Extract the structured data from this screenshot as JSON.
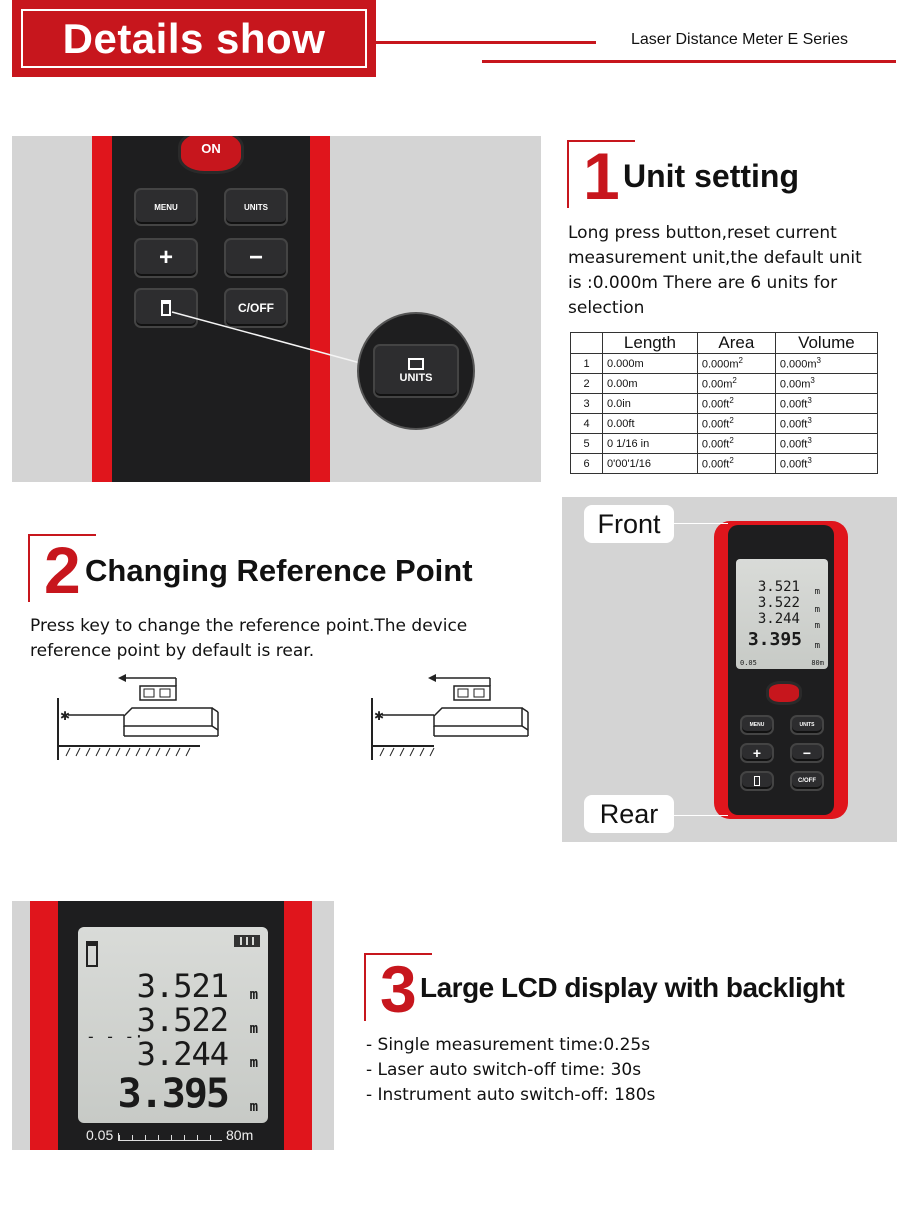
{
  "header": {
    "title": "Details show",
    "series": "Laser Distance Meter E Series"
  },
  "device": {
    "on_label": "ON",
    "keys": {
      "menu": "MENU",
      "units": "UNITS",
      "plus": "+",
      "minus": "−",
      "coff": "C/OFF"
    }
  },
  "section1": {
    "number": "1",
    "title": "Unit setting",
    "desc_lines": [
      "Long press button,reset current",
      "measurement unit,the default unit",
      "is :0.000m There are 6 units for",
      "selection"
    ],
    "table": {
      "headers": [
        "",
        "Length",
        "Area",
        "Volume"
      ],
      "rows": [
        {
          "idx": "1",
          "length": "0.000m",
          "area": "0.000m",
          "area_sup": "2",
          "volume": "0.000m",
          "volume_sup": "3"
        },
        {
          "idx": "2",
          "length": "0.00m",
          "area": "0.00m",
          "area_sup": "2",
          "volume": "0.00m",
          "volume_sup": "3"
        },
        {
          "idx": "3",
          "length": "0.0in",
          "area": "0.00ft",
          "area_sup": "2",
          "volume": "0.00ft",
          "volume_sup": "3"
        },
        {
          "idx": "4",
          "length": "0.00ft",
          "area": "0.00ft",
          "area_sup": "2",
          "volume": "0.00ft",
          "volume_sup": "3"
        },
        {
          "idx": "5",
          "length": "0  1/16 in",
          "area": "0.00ft",
          "area_sup": "2",
          "volume": "0.00ft",
          "volume_sup": "3"
        },
        {
          "idx": "6",
          "length": "0'00'1/16",
          "area": "0.00ft",
          "area_sup": "2",
          "volume": "0.00ft",
          "volume_sup": "3"
        }
      ]
    }
  },
  "section2": {
    "number": "2",
    "title": "Changing Reference Point",
    "desc_lines": [
      "Press key to change the reference point.The device",
      "reference point by default is rear."
    ],
    "front_label": "Front",
    "rear_label": "Rear"
  },
  "lcd": {
    "readings": [
      "3.521",
      "3.522",
      "3.244"
    ],
    "main": "3.395",
    "unit": "m",
    "scale_min": "0.05",
    "scale_max": "80m"
  },
  "section3": {
    "number": "3",
    "title": "Large LCD display with backlight",
    "specs": [
      "- Single measurement time:0.25s",
      "- Laser auto switch-off time: 30s",
      "- Instrument auto switch-off: 180s"
    ]
  },
  "colors": {
    "brand_red": "#c7161d",
    "panel_gray": "#d4d4d4"
  }
}
